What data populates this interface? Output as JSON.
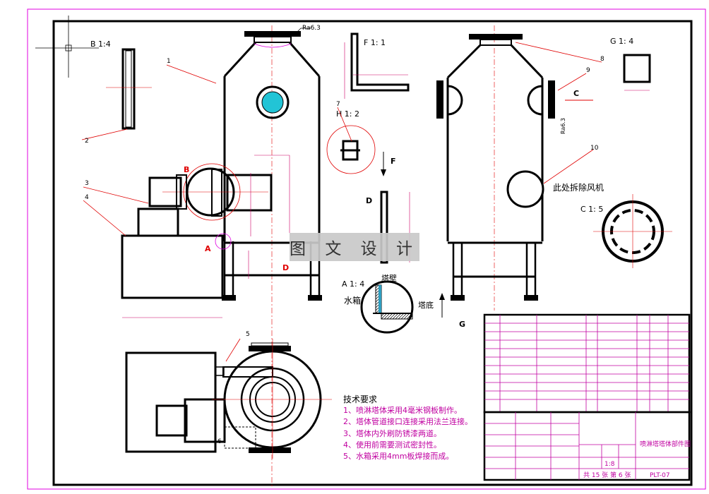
{
  "views": {
    "detail_b": "B 1:4",
    "detail_f": "F 1: 1",
    "detail_g": "G 1: 4",
    "detail_h": "H 1: 2",
    "detail_c": "C 1: 5",
    "detail_a": "A 1: 4",
    "detail_d": "D"
  },
  "markers": {
    "b": "B",
    "a": "A",
    "c": "C",
    "d": "D",
    "f": "F",
    "g": "G"
  },
  "roughness": {
    "top": "Ra6.3",
    "side": "Ra6.3"
  },
  "balloons": [
    "1",
    "2",
    "3",
    "4",
    "5",
    "6",
    "7",
    "8",
    "9",
    "10"
  ],
  "annotations": {
    "tower_wall": "塔壁",
    "tower_bottom": "塔底",
    "water_tank": "水箱",
    "remove_fan": "此处拆除风机",
    "watermark": "图 文 设 计"
  },
  "tech_notes": {
    "heading": "技术要求",
    "lines": [
      "1、喷淋塔体采用4毫米钢板制作。",
      "2、塔体管道接口连接采用法兰连接。",
      "3、塔体内外刷防锈漆两道。",
      "4、使用前需要测试密封性。",
      "5、水箱采用4mm板焊接而成。"
    ]
  },
  "title_block": {
    "scale": "1:8",
    "sheets": "共 15 张 第 6 张",
    "name": "喷淋塔塔体部件图",
    "code": "PLT-07"
  },
  "colors": {
    "frame": "#000000",
    "outline": "#000000",
    "dimension": "#cc0066",
    "leader": "#e00000",
    "centerline": "#e00000",
    "glass": "#22c4d6",
    "table": "#c000a0"
  }
}
